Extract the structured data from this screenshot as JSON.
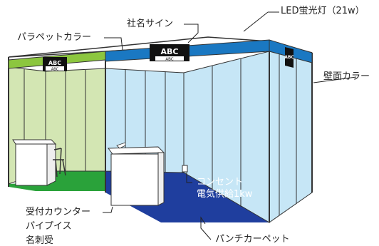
{
  "labels": {
    "led": "LED蛍光灯（21w）",
    "company_sign": "社名サイン",
    "parapet": "パラペットカラー",
    "wall": "壁面カラー",
    "outlet_1": "コンセント",
    "outlet_2": "電気供給1kw",
    "counter": "受付カウンター",
    "pipe_chair": "パイプイス",
    "name_card": "名刺受",
    "carpet": "パンチカーペット"
  },
  "signs": {
    "left_main": "ABC",
    "left_sub": "ABC",
    "center_main": "ABC",
    "center_sub": "ABC",
    "right_main": "ABC"
  },
  "colors": {
    "green_booth_wall": "#d3e6b3",
    "green_parapet": "#8cc63f",
    "green_floor": "#2aa23a",
    "blue_booth_wall": "#c6e6f6",
    "blue_parapet": "#1a78c2",
    "blue_floor": "#1f3e9e",
    "frame": "#333333",
    "sign_bg": "#111111"
  }
}
